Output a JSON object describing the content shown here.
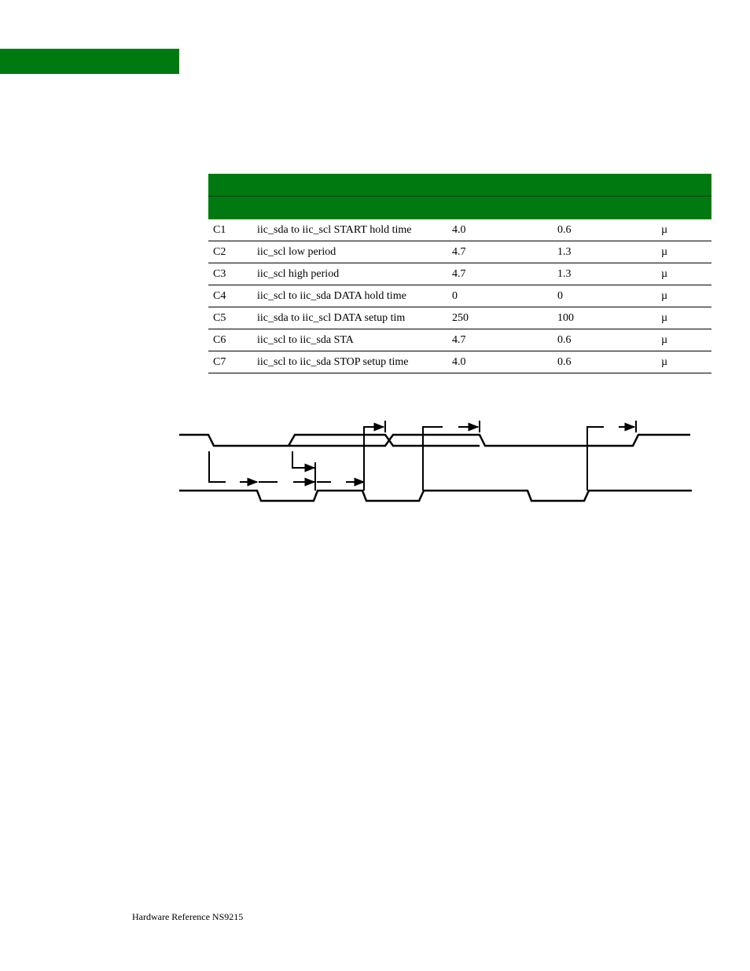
{
  "header": {
    "accent_color": "#007a10"
  },
  "table": {
    "rows": [
      {
        "symbol": "C1",
        "description": "iic_sda to iic_scl START hold time",
        "value_a": "4.0",
        "value_b": "0.6",
        "unit": "µ"
      },
      {
        "symbol": "C2",
        "description": "iic_scl low period",
        "value_a": "4.7",
        "value_b": "1.3",
        "unit": "µ"
      },
      {
        "symbol": "C3",
        "description": "iic_scl high period",
        "value_a": "4.7",
        "value_b": "1.3",
        "unit": "µ"
      },
      {
        "symbol": "C4",
        "description": "iic_scl to iic_sda DATA hold time",
        "value_a": "0",
        "value_b": "0",
        "unit": "µ"
      },
      {
        "symbol": "C5",
        "description": "iic_sda to iic_scl DATA setup tim",
        "value_a": "250",
        "value_b": "100",
        "unit": "µ"
      },
      {
        "symbol": "C6",
        "description": "iic_scl to iic_sda STA",
        "value_a": "4.7",
        "value_b": "0.6",
        "unit": "µ"
      },
      {
        "symbol": "C7",
        "description": "iic_scl to iic_sda STOP setup time",
        "value_a": "4.0",
        "value_b": "0.6",
        "unit": "µ"
      }
    ]
  },
  "footer": {
    "text": "Hardware Reference NS9215"
  }
}
